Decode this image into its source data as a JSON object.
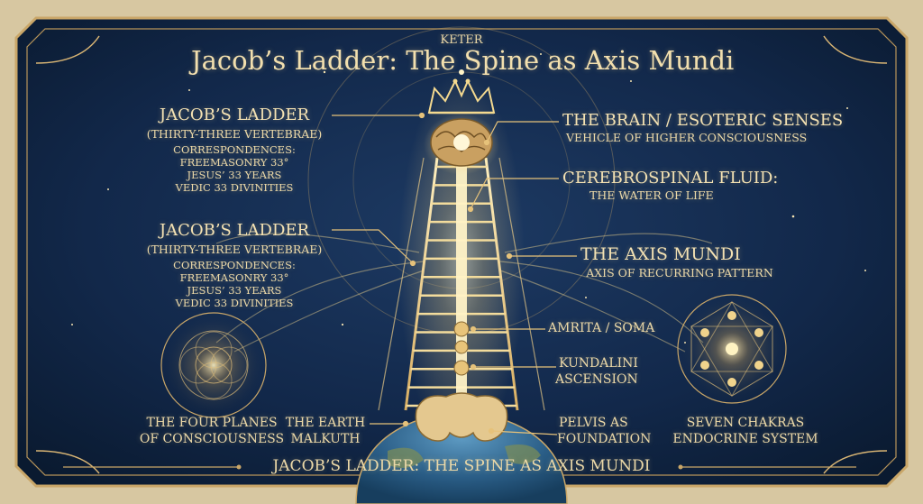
{
  "header": {
    "overline": "KETER",
    "title": "Jacob’s Ladder: The Spine as Axis Mundi"
  },
  "left_upper": {
    "heading": "JACOB’S LADDER",
    "subheading": "(THIRTY-THREE VERTEBRAE)",
    "lines": [
      "CORRESPONDENCES:",
      "FREEMASONRY 33°",
      "JESUS’ 33 YEARS",
      "VEDIC 33 DIVINITIES"
    ]
  },
  "left_lower": {
    "heading": "JACOB’S LADDER",
    "subheading": "(THIRTY-THREE VERTEBRAE)",
    "lines": [
      "CORRESPONDENCES:",
      "FREEMASONRY 33°",
      "JESUS’ 33 YEARS",
      "VEDIC 33 DIVINITIES"
    ]
  },
  "right_labels": {
    "brain": {
      "heading": "THE BRAIN / ESOTERIC SENSES",
      "sub": "VEHICLE OF HIGHER CONSCIOUSNESS"
    },
    "fluid": {
      "heading": "CEREBROSPINAL FLUID:",
      "sub": "THE WATER OF LIFE"
    },
    "axis": {
      "heading": "THE AXIS MUNDI",
      "sub": "AXIS OF RECURRING PATTERN"
    },
    "amrita": "AMRITA / SOMA",
    "kundalini": [
      "KUNDALINI",
      "ASCENSION"
    ]
  },
  "bottom_labels": {
    "planes": [
      "THE FOUR PLANES",
      "OF CONSCIOUSNESS"
    ],
    "earth": [
      "THE EARTH",
      "MALKUTH"
    ],
    "pelvis": [
      "PELVIS AS",
      "FOUNDATION"
    ],
    "chakras": [
      "SEVEN CHAKRAS",
      "ENDOCRINE SYSTEM"
    ]
  },
  "footer": {
    "title": "JACOB’S LADDER: THE SPINE AS AXIS MUNDI"
  },
  "colors": {
    "panel": "#0f2340",
    "gold": "#e6c27a",
    "glow": "#fff1c4",
    "parchment": "#d9c9a3"
  }
}
